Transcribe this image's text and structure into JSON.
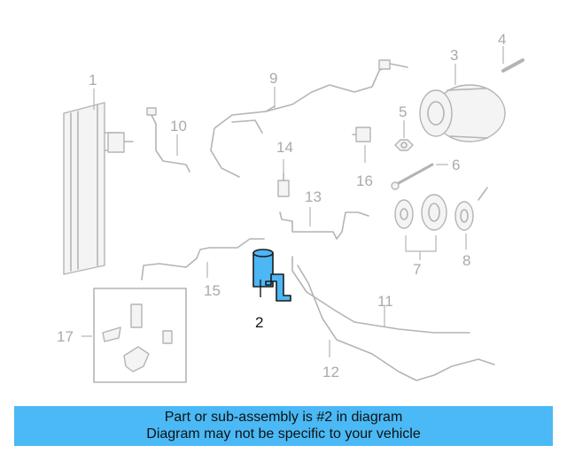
{
  "callouts": {
    "c1": "1",
    "c2": "2",
    "c3": "3",
    "c4": "4",
    "c5": "5",
    "c6": "6",
    "c7": "7",
    "c8": "8",
    "c9": "9",
    "c10": "10",
    "c11": "11",
    "c12": "12",
    "c13": "13",
    "c14": "14",
    "c15": "15",
    "c16": "16",
    "c17": "17"
  },
  "highlighted_part": "2",
  "colors": {
    "highlight": "#4db6f4",
    "banner": "#4ab9f5",
    "line_art": "#b4b4b4"
  },
  "banner": {
    "line1": "Part or sub-assembly is #2 in diagram",
    "line2": "Diagram may not be specific to your vehicle"
  }
}
